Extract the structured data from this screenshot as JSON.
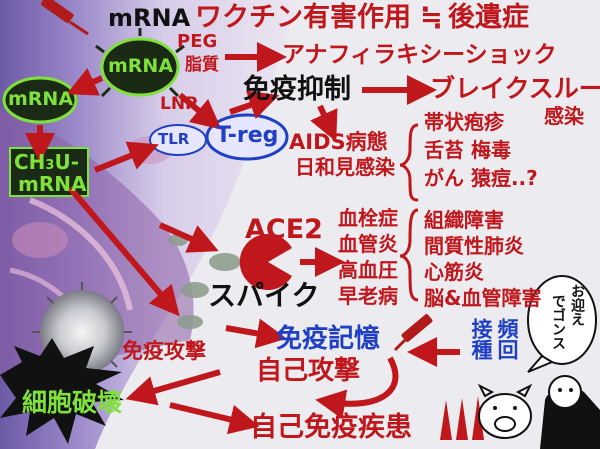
{
  "title": {
    "mrna": "mRNA",
    "main": "ワクチン有害作用",
    "approx": "≒",
    "sequela": "後遺症"
  },
  "nodes": {
    "mrna_top": "mRNA",
    "mrna_left": "mRNA",
    "peg": "PEG",
    "lipid": "脂質",
    "lnp": "LNP",
    "ch3u": "CH3U-",
    "ch3u_sub": "3",
    "ch3u_b": "mRNA",
    "tlr": "TLR",
    "treg": "T-reg",
    "anaphylaxis": "アナフィラキシーショック",
    "immunosuppression": "免疫抑制",
    "breakthrough": "ブレイクスルー",
    "infection": "感染",
    "aids": "AIDS病態",
    "opportunistic": "日和見感染",
    "diseases_a": [
      "帯状疱疹",
      "舌苔 梅毒",
      "がん 猿痘..?"
    ],
    "ace2": "ACE2",
    "vascular": [
      "血栓症",
      "血管炎",
      "高血圧",
      "早老病"
    ],
    "damage": [
      "組織障害",
      "間質性肺炎",
      "心筋炎",
      "脳&血管障害"
    ],
    "spike": "スパイク",
    "immune_attack": "免疫攻撃",
    "immune_memory": "免疫記憶",
    "self_attack": "自己攻撃",
    "repeat_col1": "頻回",
    "repeat_col2": "接種",
    "cell_destruction": "細胞破壊",
    "autoimmune": "自己免疫疾患",
    "bubble": [
      "お迎え",
      "でゴンス"
    ]
  },
  "colors": {
    "red": "#c0171c",
    "blue": "#1f3fc4",
    "green": "#7fe23a"
  }
}
